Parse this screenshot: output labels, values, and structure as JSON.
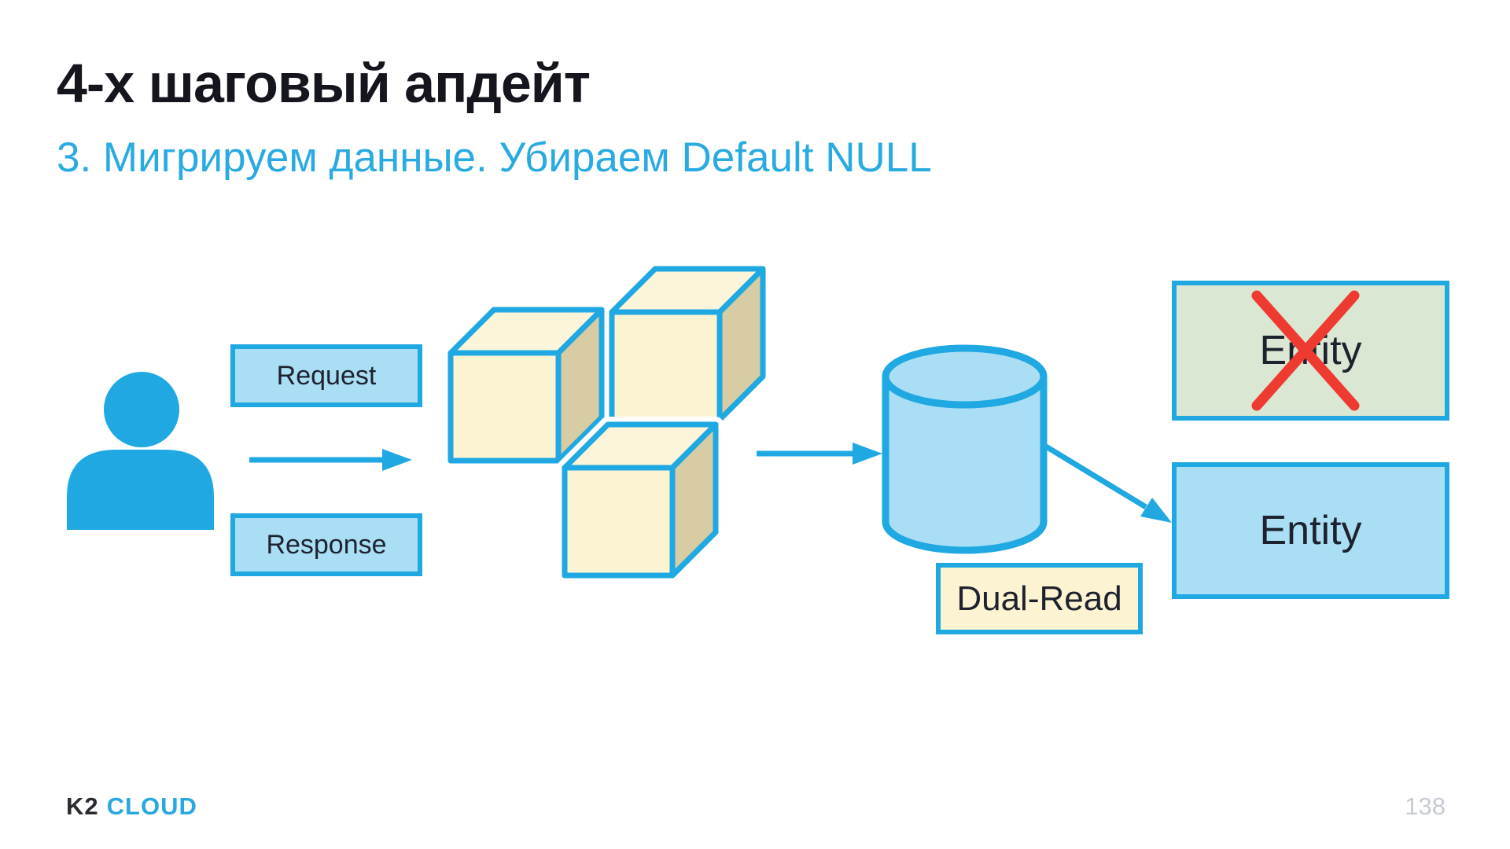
{
  "header": {
    "title": "4-х шаговый апдейт",
    "subtitle": "3. Мигрируем данные. Убираем Default NULL"
  },
  "diagram": {
    "request_label": "Request",
    "response_label": "Response",
    "dual_read_label": "Dual-Read",
    "entity_old_label": "Entity",
    "entity_new_label": "Entity",
    "icons": {
      "user": "user-icon",
      "service_cubes": "service-cubes-icon",
      "database": "database-cylinder-icon",
      "flow_arrows": "arrow-right-icon",
      "deleted_marker": "red-cross-icon"
    }
  },
  "colors": {
    "accent_blue": "#1FA8E1",
    "light_blue_fill": "#A9DEF4",
    "cream_fill": "#FCF3D2",
    "cream_side_fill": "#D7CCA3",
    "green_fill": "#D9E7D3",
    "red_cross": "#EE3A31",
    "text_ink": "#1E222E",
    "page_number_gray": "#C5CAD3"
  },
  "footer": {
    "logo_k2": "K2",
    "logo_cloud": "CLOUD",
    "page_number": "138"
  }
}
